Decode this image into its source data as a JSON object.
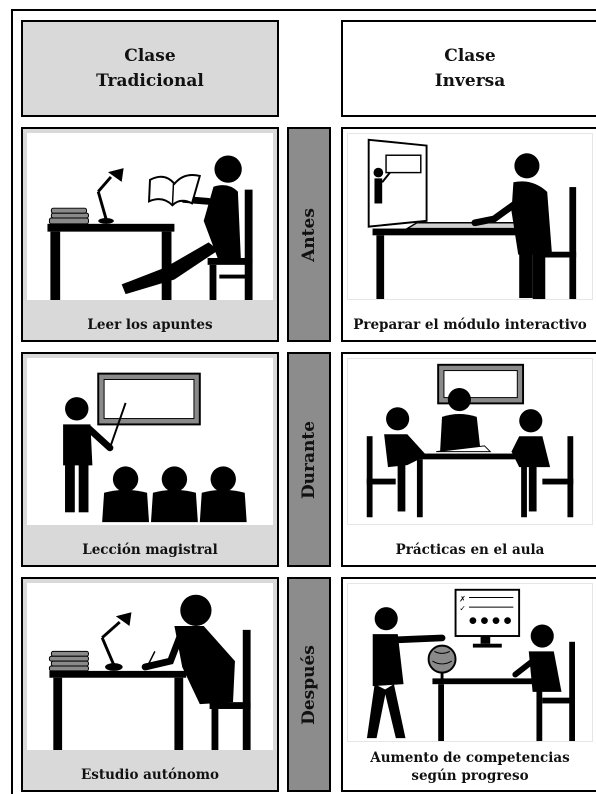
{
  "headers": {
    "traditional": [
      "Clase",
      "Tradicional"
    ],
    "inverse": [
      "Clase",
      "Inversa"
    ]
  },
  "phases": [
    "Antes",
    "Durante",
    "Después"
  ],
  "traditional_captions": [
    "Leer los apuntes",
    "Lección magistral",
    "Estudio autónomo"
  ],
  "inverse_captions": [
    [
      "Preparar el módulo interactivo"
    ],
    [
      "Prácticas en el aula"
    ],
    [
      "Aumento de competencias",
      "según progreso"
    ]
  ],
  "colors": {
    "panel_grey": "#d9d9d9",
    "phase_grey": "#8c8c8c",
    "ink": "#000000"
  },
  "icons": [
    "person-reading-icon",
    "teacher-lecture-icon",
    "person-studying-icon",
    "teacher-recording-icon",
    "group-work-icon",
    "teacher-globe-icon"
  ]
}
